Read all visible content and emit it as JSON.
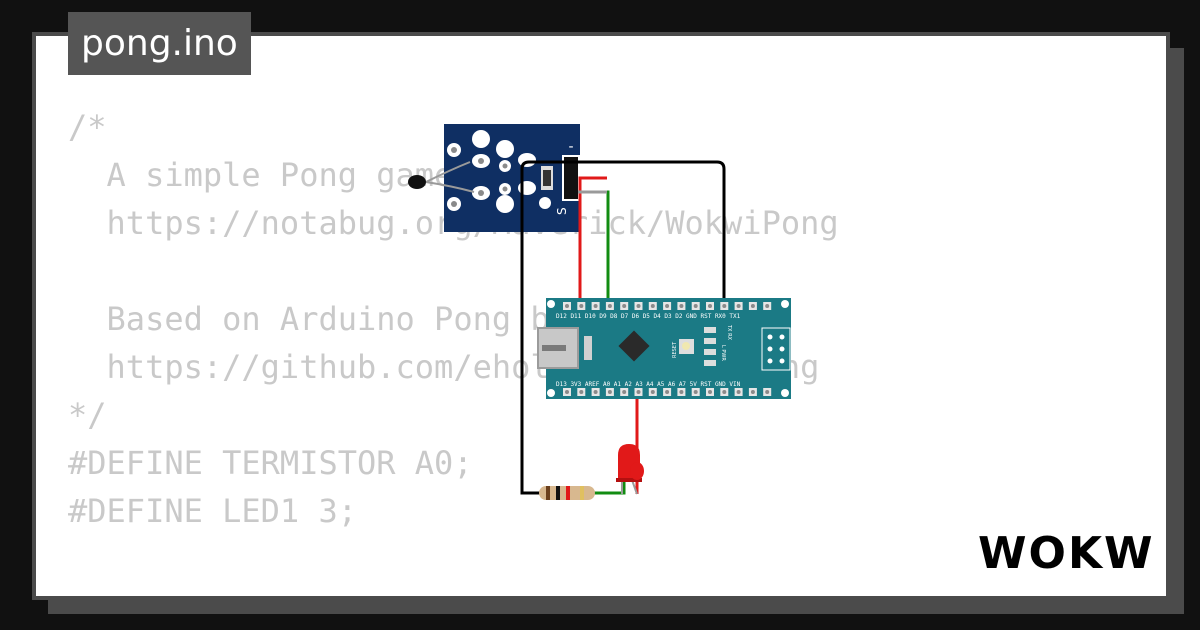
{
  "window": {
    "title": "pong.ino"
  },
  "code": {
    "lines": [
      "/*",
      "  A simple Pong game",
      "  https://notabug.org/Maverick/WokwiPong",
      "",
      "  Based on Arduino Pong by",
      "  https://github.com/eholk/Arduino-Pong",
      "*/",
      "#DEFINE TERMISTOR A0;",
      "#DEFINE LED1 3;"
    ]
  },
  "circuit": {
    "sensor_pin_labels": [
      "-",
      "S"
    ],
    "nano_top_pin_labels": "D12 D11 D10 D9 D8 D7 D6 D5 D4 D3 D2 GND RST RX0 TX1",
    "nano_bottom_pin_labels": "D13 3V3 AREF A0 A1 A2 A3 A4 A5 A6 A7 5V RST GND VIN",
    "nano_side_labels": [
      "RESET",
      "TX RX",
      "L PWR"
    ],
    "wire_colors": {
      "black": "#000000",
      "red": "#e11919",
      "green": "#118c11",
      "gray": "#9a9a9a"
    },
    "board_color": "#1b7a85",
    "sensor_board_color": "#0f2f63"
  },
  "brand": {
    "logo": "WOKWi"
  }
}
